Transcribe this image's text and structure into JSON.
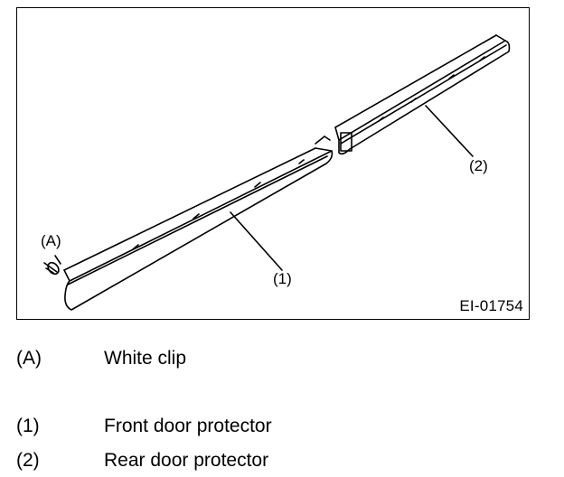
{
  "figure": {
    "callouts": {
      "clip": "(A)",
      "front": "(1)",
      "rear": "(2)"
    },
    "figure_id": "EI-01754"
  },
  "legend": [
    {
      "code": "(A)",
      "description": "White clip"
    },
    {
      "code": "(1)",
      "description": "Front door protector"
    },
    {
      "code": "(2)",
      "description": "Rear door protector"
    }
  ]
}
